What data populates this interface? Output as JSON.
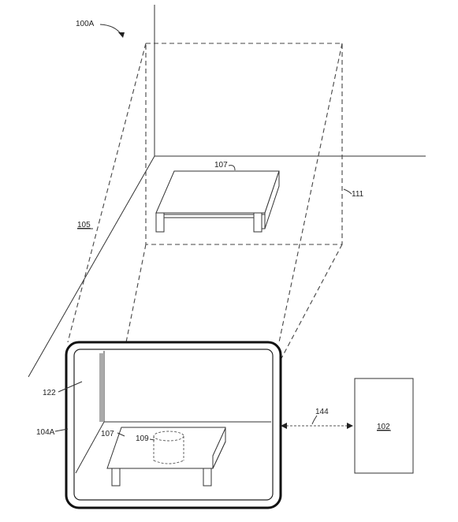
{
  "figure": {
    "colors": {
      "line": "#333333",
      "background": "#ffffff"
    },
    "labels": {
      "figure_ref": "100A",
      "view_volume": "105",
      "table_real": "107",
      "bounding_box": "111",
      "display_region": "122",
      "device": "104A",
      "table_displayed": "107",
      "object": "109",
      "link": "144",
      "server": "102"
    }
  }
}
